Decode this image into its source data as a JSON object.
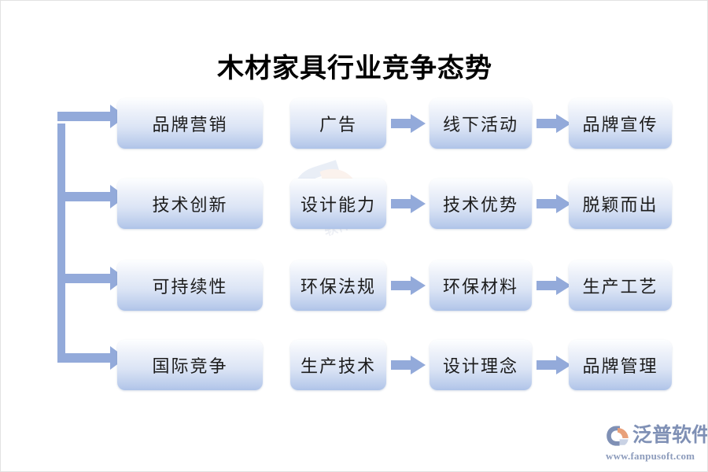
{
  "page": {
    "title": "木材家具行业竞争态势",
    "background_color": "#ffffff"
  },
  "theme": {
    "box_fill_top": "#fdfeff",
    "box_fill_bottom": "#aec3e8",
    "arrow_color": "#93aada",
    "connector_color": "#93aada",
    "text_color": "#1c1c1c",
    "logo_blue": "#7f90b5",
    "logo_orange": "#e8a07a"
  },
  "diagram": {
    "type": "flow",
    "rows": [
      {
        "id": "row-marketing",
        "boxes": [
          {
            "label": "品牌营销"
          },
          {
            "label": "广告"
          },
          {
            "label": "线下活动"
          },
          {
            "label": "品牌宣传"
          }
        ],
        "arrows_between": [
          false,
          true,
          true
        ]
      },
      {
        "id": "row-technology",
        "boxes": [
          {
            "label": "技术创新"
          },
          {
            "label": "设计能力"
          },
          {
            "label": "技术优势"
          },
          {
            "label": "脱颖而出"
          }
        ],
        "arrows_between": [
          false,
          true,
          true
        ]
      },
      {
        "id": "row-sustainability",
        "boxes": [
          {
            "label": "可持续性"
          },
          {
            "label": "环保法规"
          },
          {
            "label": "环保材料"
          },
          {
            "label": "生产工艺"
          }
        ],
        "arrows_between": [
          false,
          true,
          true
        ]
      },
      {
        "id": "row-international",
        "boxes": [
          {
            "label": "国际竞争"
          },
          {
            "label": "生产技术"
          },
          {
            "label": "设计理念"
          },
          {
            "label": "品牌管理"
          }
        ],
        "arrows_between": [
          false,
          true,
          true
        ]
      }
    ]
  },
  "logo": {
    "name": "泛普软件",
    "url": "www.fanpusoft.com"
  },
  "watermark": {
    "text": "泛普软件"
  }
}
